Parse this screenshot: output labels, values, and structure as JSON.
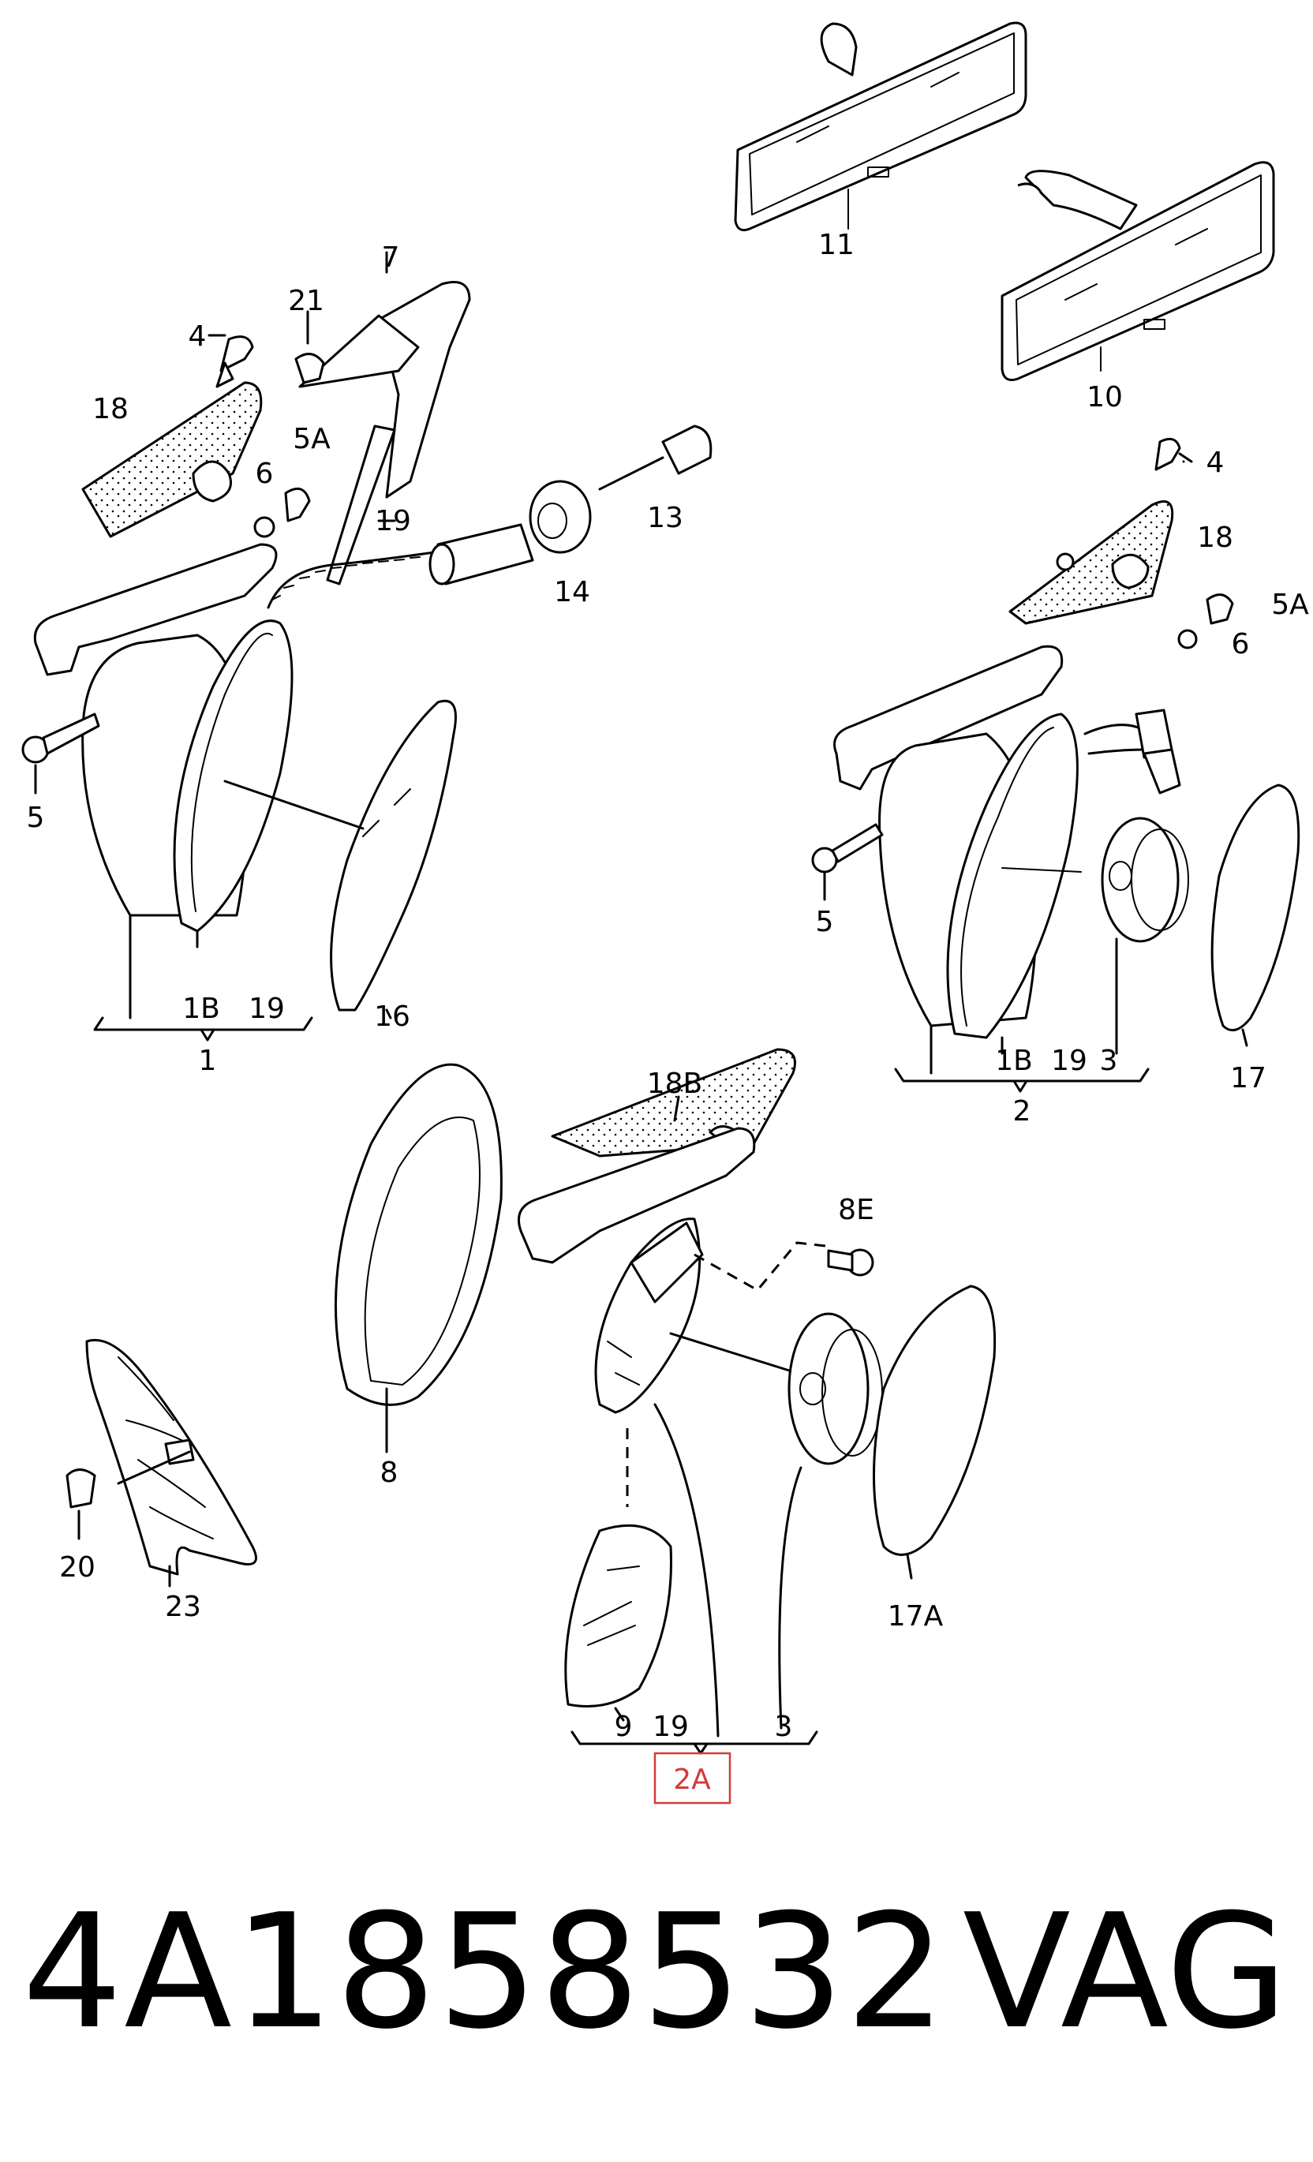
{
  "diagram": {
    "callouts": [
      {
        "id": "c11",
        "text": "11"
      },
      {
        "id": "c10",
        "text": "10"
      },
      {
        "id": "c7",
        "text": "7"
      },
      {
        "id": "c4a",
        "text": "4"
      },
      {
        "id": "c21",
        "text": "21"
      },
      {
        "id": "c18a",
        "text": "18"
      },
      {
        "id": "c5Aa",
        "text": "5A"
      },
      {
        "id": "c6a",
        "text": "6"
      },
      {
        "id": "c19a",
        "text": "19"
      },
      {
        "id": "c13",
        "text": "13"
      },
      {
        "id": "c14",
        "text": "14"
      },
      {
        "id": "c5a",
        "text": "5"
      },
      {
        "id": "c1B",
        "text": "1B"
      },
      {
        "id": "c19b",
        "text": "19"
      },
      {
        "id": "c16",
        "text": "16"
      },
      {
        "id": "c1",
        "text": "1"
      },
      {
        "id": "c4b",
        "text": "4"
      },
      {
        "id": "c18b",
        "text": "18"
      },
      {
        "id": "c5Ab",
        "text": "5A"
      },
      {
        "id": "c6b",
        "text": "6"
      },
      {
        "id": "c5b",
        "text": "5"
      },
      {
        "id": "c1Bb",
        "text": "1B"
      },
      {
        "id": "c19c",
        "text": "19"
      },
      {
        "id": "c3a",
        "text": "3"
      },
      {
        "id": "c17",
        "text": "17"
      },
      {
        "id": "c2",
        "text": "2"
      },
      {
        "id": "c18B",
        "text": "18B"
      },
      {
        "id": "c8E",
        "text": "8E"
      },
      {
        "id": "c8",
        "text": "8"
      },
      {
        "id": "c20",
        "text": "20"
      },
      {
        "id": "c23",
        "text": "23"
      },
      {
        "id": "c17A",
        "text": "17A"
      },
      {
        "id": "c9",
        "text": "9"
      },
      {
        "id": "c19d",
        "text": "19"
      },
      {
        "id": "c3b",
        "text": "3"
      },
      {
        "id": "c2A",
        "text": "2A"
      }
    ]
  },
  "footer": {
    "part_number": "4A1858532",
    "brand": "VAG"
  },
  "colors": {
    "highlight": "#d23b3b",
    "line": "#000000",
    "background": "#ffffff"
  }
}
